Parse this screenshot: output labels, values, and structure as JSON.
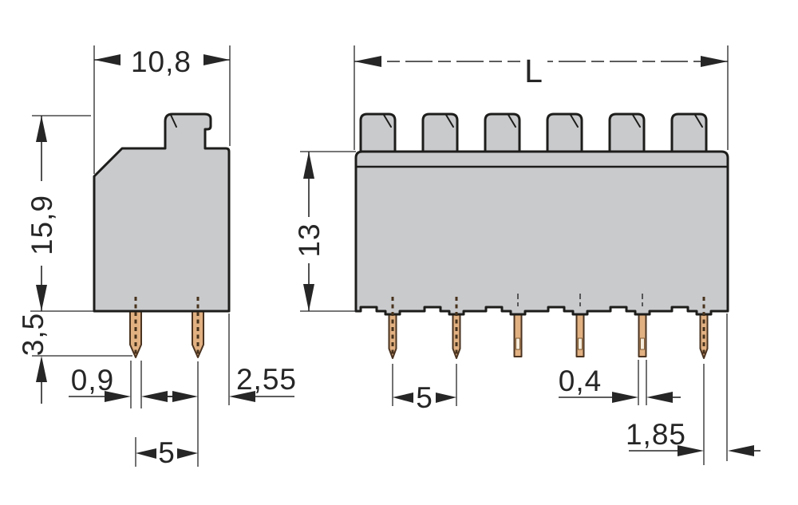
{
  "colors": {
    "background": "#ffffff",
    "body": "#c9cacc",
    "pin": "#e2b182",
    "outline": "#1d1d1b",
    "dim": "#262626"
  },
  "side_view": {
    "dims": {
      "width": "10,8",
      "height": "15,9",
      "pin_length": "3,5",
      "pin_width": "0,9",
      "pin_pitch": "5",
      "right_offset": "2,55"
    }
  },
  "front_view": {
    "dims": {
      "length": "L",
      "height": "13",
      "pin_pitch": "5",
      "pin_thickness": "0,4",
      "right_offset": "1,85"
    }
  }
}
